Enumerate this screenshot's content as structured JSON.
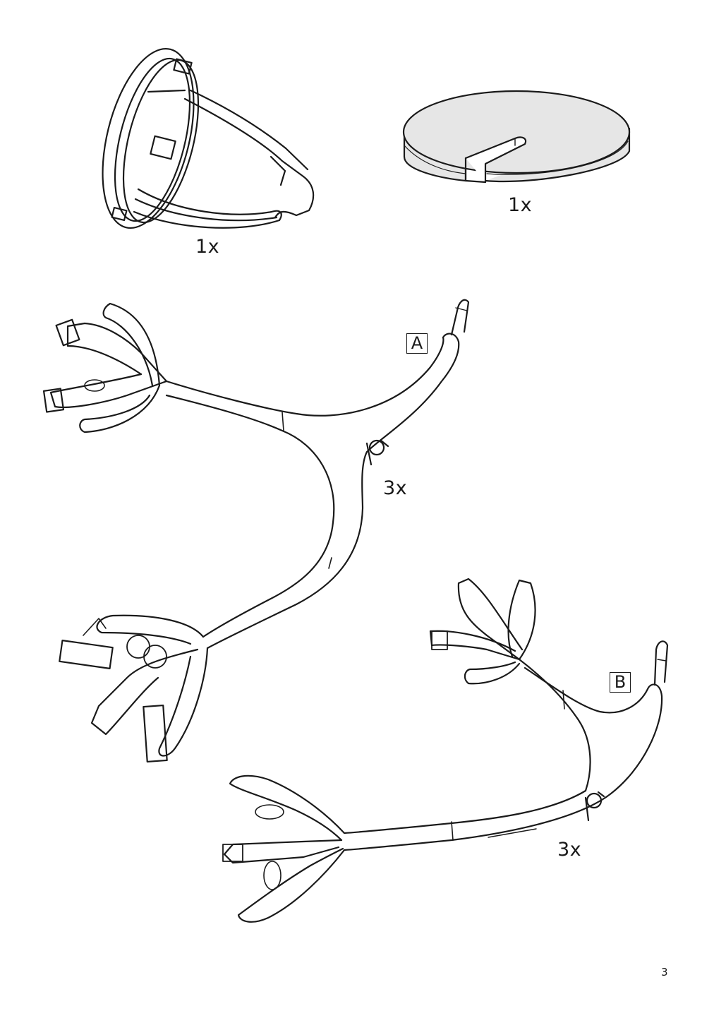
{
  "parts": {
    "ring_frame": {
      "quantity": "1x"
    },
    "felt_disc": {
      "quantity": "1x"
    },
    "leg_assembly_a": {
      "label": "A",
      "quantity": "3x"
    },
    "leg_assembly_b": {
      "label": "B",
      "quantity": "3x"
    }
  },
  "page": {
    "number": "3"
  },
  "colors": {
    "line": "#1a1a1a",
    "disc_fill": "#e6e6e6",
    "paper": "#ffffff"
  }
}
